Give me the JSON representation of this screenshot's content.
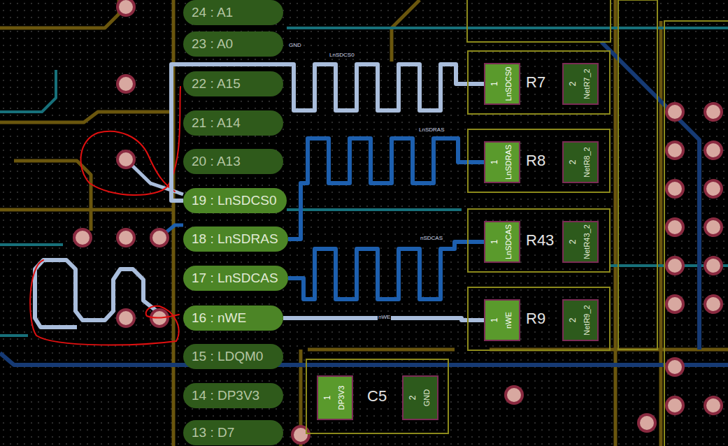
{
  "diagram": {
    "nodes": [
      {
        "text": [
          "24 : A1"
        ]
      },
      {
        "text": [
          "23 : A0"
        ]
      },
      {
        "text": [
          "22 : A15"
        ]
      },
      {
        "text": [
          "21 : A14"
        ]
      },
      {
        "text": [
          "20 : A13"
        ]
      },
      {
        "text": [
          "19 : LnSDCS0"
        ]
      },
      {
        "text": [
          "18 : LnSDRAS"
        ]
      },
      {
        "text": [
          "17 : LnSDCAS"
        ]
      },
      {
        "text": [
          "16 : nWE"
        ]
      },
      {
        "text": [
          "15 : LDQM0"
        ]
      },
      {
        "text": [
          "14 : DP3V3"
        ]
      },
      {
        "text": [
          "13 : D7"
        ]
      },
      {
        "text": [
          "R7"
        ]
      },
      {
        "text": [
          "1",
          "LnSDCS0"
        ],
        "in": 12
      },
      {
        "text": [
          "2",
          "NetR7_2"
        ],
        "in": 12
      },
      {
        "text": [
          "R8"
        ]
      },
      {
        "text": [
          "1",
          "LnSDRAS"
        ],
        "in": 15
      },
      {
        "text": [
          "2",
          "NetR8_2"
        ],
        "in": 15
      },
      {
        "text": [
          "R43"
        ]
      },
      {
        "text": [
          "1",
          "LnSDCAS"
        ],
        "in": 18
      },
      {
        "text": [
          "2",
          "NetR43_2"
        ],
        "in": 18
      },
      {
        "text": [
          "R9"
        ]
      },
      {
        "text": [
          "1",
          "nWE"
        ],
        "in": 21
      },
      {
        "text": [
          "2",
          "NetR9_2"
        ],
        "in": 21
      },
      {
        "text": [
          "C5"
        ]
      },
      {
        "text": [
          "1",
          "DP3V3"
        ],
        "in": 24
      },
      {
        "text": [
          "2",
          "GND"
        ],
        "in": 24
      }
    ],
    "edges": [
      {
        "from": 5,
        "to": 13,
        "arrow": "none"
      },
      {
        "from": 6,
        "to": 16,
        "arrow": "none"
      },
      {
        "from": 7,
        "to": 19,
        "arrow": "none"
      },
      {
        "from": 8,
        "to": 22,
        "arrow": "none"
      }
    ],
    "labels": [
      "GND",
      "LnSDCS0",
      "LnSDRAS",
      "nSDCAS",
      "nWE"
    ]
  }
}
